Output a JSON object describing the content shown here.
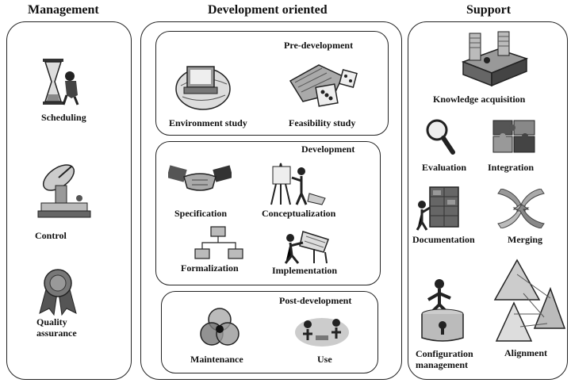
{
  "columns": {
    "management": "Management",
    "development": "Development oriented",
    "support": "Support"
  },
  "management": {
    "scheduling": "Scheduling",
    "control": "Control",
    "quality_line1": "Quality",
    "quality_line2": "assurance"
  },
  "development": {
    "pre": {
      "title": "Pre-development",
      "environment": "Environment study",
      "feasibility": "Feasibility study"
    },
    "dev": {
      "title": "Development",
      "specification": "Specification",
      "conceptualization": "Conceptualization",
      "formalization": "Formalization",
      "implementation": "Implementation"
    },
    "post": {
      "title": "Post-development",
      "maintenance": "Maintenance",
      "use": "Use"
    }
  },
  "support": {
    "knowledge": "Knowledge acquisition",
    "evaluation": "Evaluation",
    "integration": "Integration",
    "documentation": "Documentation",
    "merging": "Merging",
    "config_line1": "Configuration",
    "config_line2": "management",
    "alignment": "Alignment"
  }
}
